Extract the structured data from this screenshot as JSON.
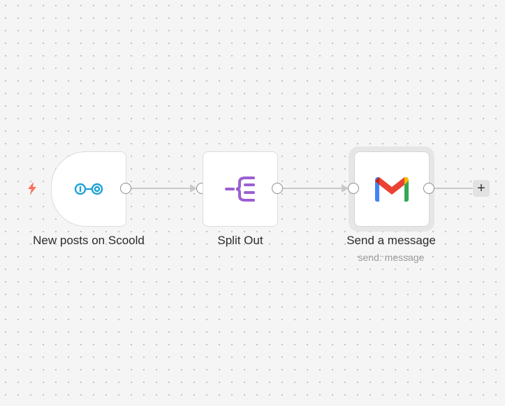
{
  "canvas": {
    "nodes": [
      {
        "id": "trigger",
        "label": "New posts on Scoold",
        "subtitle": "",
        "icon": "scoold-icon",
        "type": "trigger"
      },
      {
        "id": "split",
        "label": "Split Out",
        "subtitle": "",
        "icon": "split-out-icon"
      },
      {
        "id": "gmail",
        "label": "Send a message",
        "subtitle": "send: message",
        "icon": "gmail-icon"
      }
    ],
    "add_node_button": "+",
    "trigger_indicator": "lightning-bolt-icon"
  },
  "colors": {
    "scoold": "#1da1d6",
    "split_out": "#9b5fd3",
    "trigger_bolt": "#ff6d5a",
    "gmail_red": "#ea4335",
    "gmail_blue": "#4285f4",
    "gmail_green": "#34a853",
    "gmail_yellow": "#fbbc04"
  }
}
